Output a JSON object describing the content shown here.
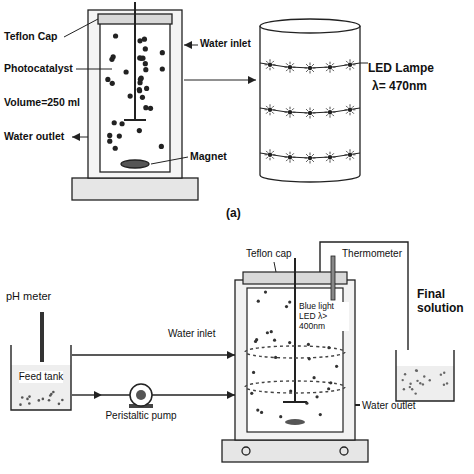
{
  "diagram": {
    "nodes": [
      {
        "text": [
          "LED Lampe",
          "λ= 470nm"
        ]
      },
      {
        "text": [
          "Feed tank"
        ]
      },
      {
        "text": [
          "Peristaltic pump"
        ]
      },
      {
        "text": [
          "Blue light LED λ> 400nm"
        ]
      },
      {
        "text": [
          "Final solution"
        ]
      }
    ],
    "edges": [
      {
        "from": 1,
        "to": 2,
        "arrow": "to"
      },
      {
        "from": 2,
        "to": 3,
        "arrow": "to"
      },
      {
        "from": 1,
        "to": 3,
        "arrow": "to"
      },
      {
        "from": 3,
        "to": 4,
        "arrow": "none"
      }
    ],
    "labels": [
      "Teflon Cap",
      "Water inlet",
      "Photocatalyst",
      "Volume=250 ml",
      "Water outlet",
      "Magnet",
      "(a)",
      "pH meter",
      "Water inlet",
      "Teflon cap",
      "Thermometer",
      "Water outlet"
    ]
  }
}
